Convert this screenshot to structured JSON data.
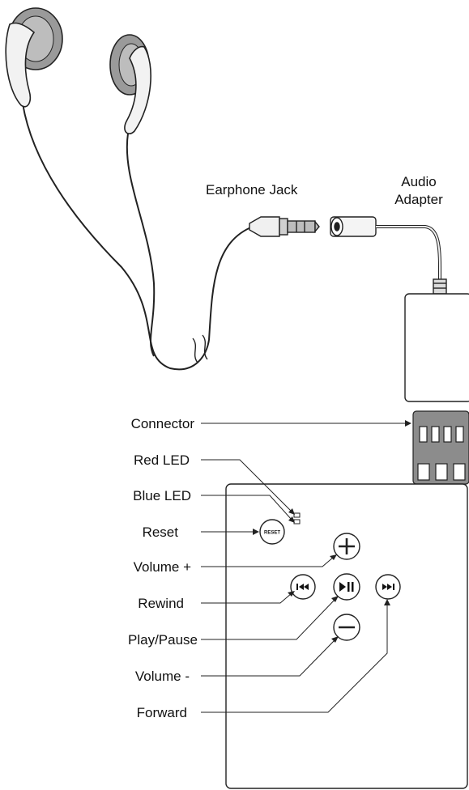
{
  "labels": {
    "earphone_jack": "Earphone Jack",
    "audio_adapter_line1": "Audio",
    "audio_adapter_line2": "Adapter",
    "connector": "Connector",
    "red_led": "Red LED",
    "blue_led": "Blue LED",
    "reset": "Reset",
    "volume_up": "Volume +",
    "rewind": "Rewind",
    "play_pause": "Play/Pause",
    "volume_down": "Volume -",
    "forward": "Forward"
  },
  "buttons": {
    "reset_text": "RESET"
  },
  "colors": {
    "outline": "#222222",
    "earbud_pad": "#9a9a9a",
    "earbud_body": "#f2f2f2",
    "device_fill": "#ffffff",
    "connector_fill": "#8c8c8c"
  },
  "icons": [
    "earbud-icon",
    "plus-icon",
    "minus-icon",
    "rewind-icon",
    "play-pause-icon",
    "forward-icon"
  ]
}
